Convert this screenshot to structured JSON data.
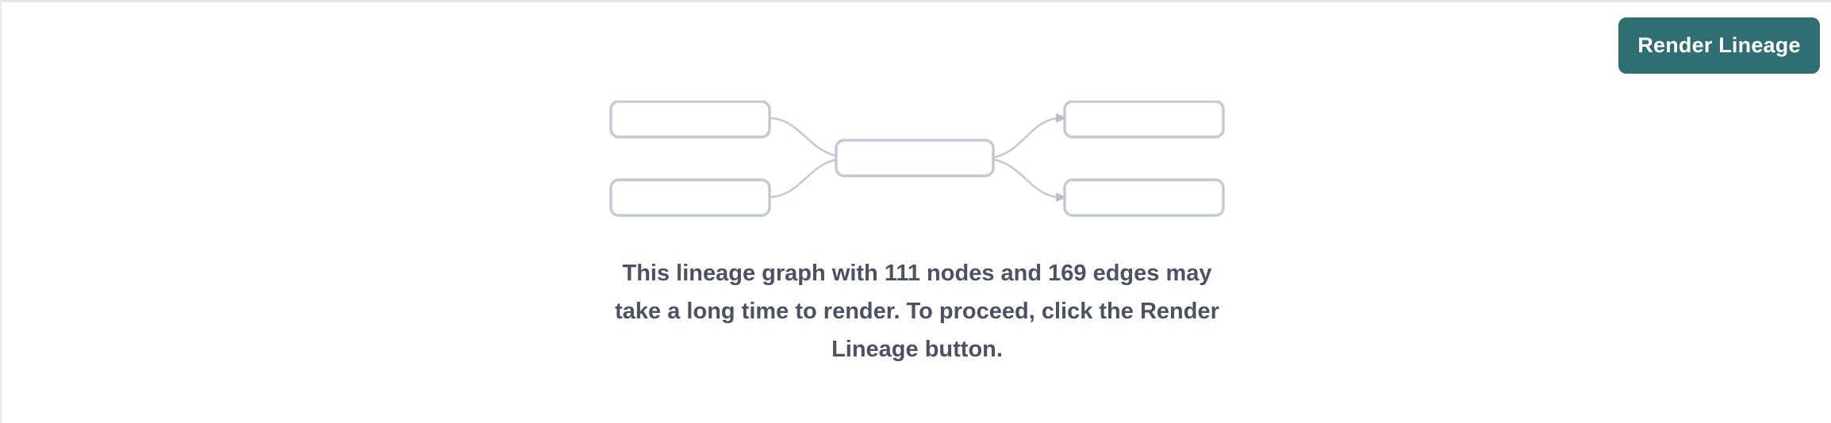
{
  "toolbar": {
    "render_lineage_label": "Render Lineage"
  },
  "empty_state": {
    "message": "This lineage graph with 111 nodes and 169 edges may take a long time to render. To proceed, click the Render Lineage button.",
    "node_count": 111,
    "edge_count": 169,
    "placeholder_graph": {
      "node_count": 5,
      "edge_count": 4,
      "nodes": [
        {
          "id": "source-1",
          "label": "",
          "column": "left",
          "row": "top"
        },
        {
          "id": "source-2",
          "label": "",
          "column": "left",
          "row": "bottom"
        },
        {
          "id": "center-1",
          "label": "",
          "column": "center",
          "row": "middle"
        },
        {
          "id": "target-1",
          "label": "",
          "column": "right",
          "row": "top"
        },
        {
          "id": "target-2",
          "label": "",
          "column": "right",
          "row": "bottom"
        }
      ],
      "edges": [
        {
          "from": "source-1",
          "to": "center-1"
        },
        {
          "from": "source-2",
          "to": "center-1"
        },
        {
          "from": "center-1",
          "to": "target-1"
        },
        {
          "from": "center-1",
          "to": "target-2"
        }
      ]
    }
  },
  "colors": {
    "button_background": "#2f6f73",
    "button_text": "#ffffff",
    "message_text": "#4b5263",
    "node_border": "#c4cad3",
    "edge_stroke": "#c4cad3",
    "page_background": "#ffffff",
    "frame_border": "#e3e5e9"
  }
}
